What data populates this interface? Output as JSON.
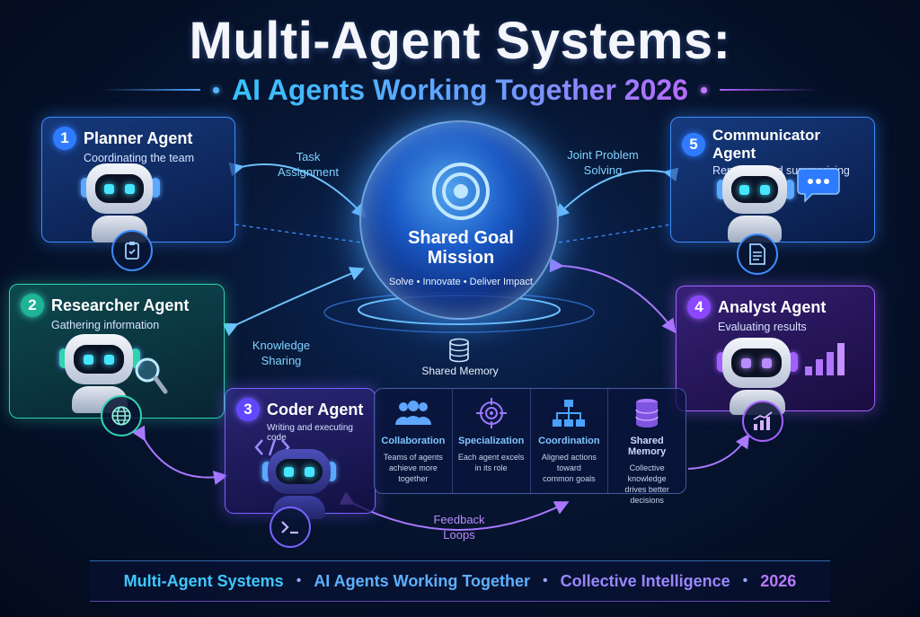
{
  "header": {
    "title": "Multi-Agent Systems:",
    "subtitle": "AI Agents Working Together 2026"
  },
  "agents": [
    {
      "number": "1",
      "name": "Planner Agent",
      "description": "Coordinating the team",
      "badge_icon": "clipboard-check-icon"
    },
    {
      "number": "2",
      "name": "Researcher Agent",
      "description": "Gathering information",
      "badge_icon": "globe-icon"
    },
    {
      "number": "3",
      "name": "Coder Agent",
      "description": "Writing and executing code",
      "badge_icon": "terminal-icon"
    },
    {
      "number": "4",
      "name": "Analyst Agent",
      "description": "Evaluating results",
      "badge_icon": "chart-up-icon"
    },
    {
      "number": "5",
      "name": "Communicator Agent",
      "description": "Reporting and summarizing",
      "badge_icon": "document-icon"
    }
  ],
  "hub": {
    "title_line1": "Shared Goal",
    "title_line2": "Mission",
    "tagline": "Solve • Innovate • Deliver Impact",
    "icon": "target-icon"
  },
  "shared_memory": {
    "label": "Shared Memory",
    "icon": "database-icon"
  },
  "edges": {
    "task_line1": "Task",
    "task_line2": "Assignment",
    "joint_line1": "Joint Problem",
    "joint_line2": "Solving",
    "knowledge_line1": "Knowledge",
    "knowledge_line2": "Sharing",
    "feedback_line1": "Feedback",
    "feedback_line2": "Loops"
  },
  "features": [
    {
      "title": "Collaboration",
      "line1": "Teams of agents",
      "line2": "achieve more",
      "line3": "together",
      "icon": "people-icon"
    },
    {
      "title": "Specialization",
      "line1": "Each agent excels",
      "line2": "in its role",
      "line3": "",
      "icon": "crosshair-icon"
    },
    {
      "title": "Coordination",
      "line1": "Aligned actions",
      "line2": "toward",
      "line3": "common goals",
      "icon": "hierarchy-icon"
    },
    {
      "title": "Shared Memory",
      "line1": "Collective knowledge",
      "line2": "drives better",
      "line3": "decisions",
      "icon": "database-icon"
    }
  ],
  "footer": {
    "item1": "Multi-Agent Systems",
    "item2": "AI Agents Working Together",
    "item3": "Collective Intelligence",
    "item4": "2026",
    "separator": "•"
  },
  "colors": {
    "blue_accent": "#3d8cff",
    "teal_accent": "#2fd3b0",
    "violet_accent": "#7a62ff",
    "purple_accent": "#a261ff",
    "cyan_text": "#35c3ff"
  }
}
